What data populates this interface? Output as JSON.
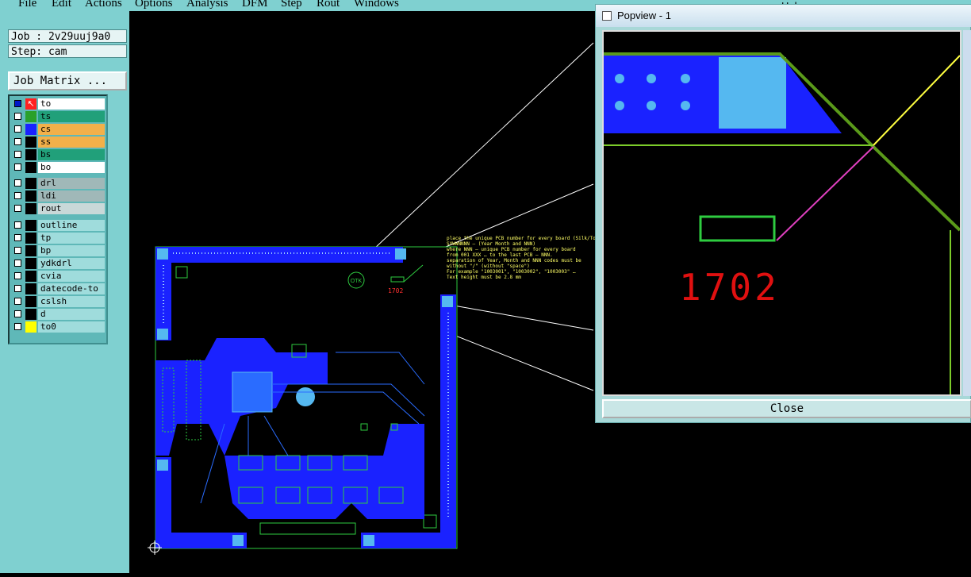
{
  "menu": [
    "File",
    "Edit",
    "Actions",
    "Options",
    "Analysis",
    "DFM",
    "Step",
    "Rout",
    "Windows"
  ],
  "menu_underline_index": [
    0,
    0,
    0,
    0,
    0,
    0,
    0,
    0,
    0
  ],
  "help_label": "Help",
  "job": {
    "label": "Job : 2v29uuj9a0",
    "step": "Step: cam",
    "matrix_button": "Job Matrix ..."
  },
  "layers": {
    "group1": [
      {
        "name": "to",
        "color": "#ffffff",
        "swatch": "#ff2020",
        "active": true
      },
      {
        "name": "ts",
        "color": "#21a07a",
        "swatch": "#2aa02a"
      },
      {
        "name": "cs",
        "color": "#f2b04a",
        "swatch": "#1a22ff"
      },
      {
        "name": "ss",
        "color": "#f2b04a",
        "swatch": "#000000"
      },
      {
        "name": "bs",
        "color": "#21a07a",
        "swatch": "#000000"
      },
      {
        "name": "bo",
        "color": "#ffffff",
        "swatch": "#000000"
      }
    ],
    "group2": [
      {
        "name": "drl",
        "color": "#a0b8b8"
      },
      {
        "name": "ldi",
        "color": "#a0b8b8"
      },
      {
        "name": "rout",
        "color": "#c8d8d8"
      }
    ],
    "group3": [
      {
        "name": "outline",
        "color": "#9fdcdc"
      },
      {
        "name": "tp",
        "color": "#9fdcdc"
      },
      {
        "name": "bp",
        "color": "#9fdcdc"
      },
      {
        "name": "ydkdrl",
        "color": "#9fdcdc"
      },
      {
        "name": "cvia",
        "color": "#9fdcdc"
      },
      {
        "name": "datecode-to",
        "color": "#9fdcdc"
      },
      {
        "name": "cslsh",
        "color": "#9fdcdc"
      },
      {
        "name": "d",
        "color": "#9fdcdc"
      },
      {
        "name": "to0",
        "color": "#9fdcdc",
        "swatch": "#ffff00"
      }
    ]
  },
  "canvas": {
    "otk_label": "OTK",
    "datecode_small": "1702",
    "note_lines": [
      "place the unique PCB number for every board (Silk/Top layer)",
      "SYWWNNNN — (Year Month and NNN)",
      "where NNN – unique PCB number for every board",
      "from 001 XXX … to the last PCB – NNN.",
      "separation of Year, Month and NNN codes must be",
      "without \"/\" (without \"space\")",
      "For example \"1003001\", \"1003002\", \"1003003\" …",
      "Text height must be 2.8 mm"
    ]
  },
  "popview": {
    "title": "Popview - 1",
    "datecode": "1702",
    "close_label": "Close"
  },
  "colors": {
    "ui_teal": "#7fd0d0",
    "copper_blue": "#1a22ff",
    "outline_green": "#2ecc40"
  }
}
